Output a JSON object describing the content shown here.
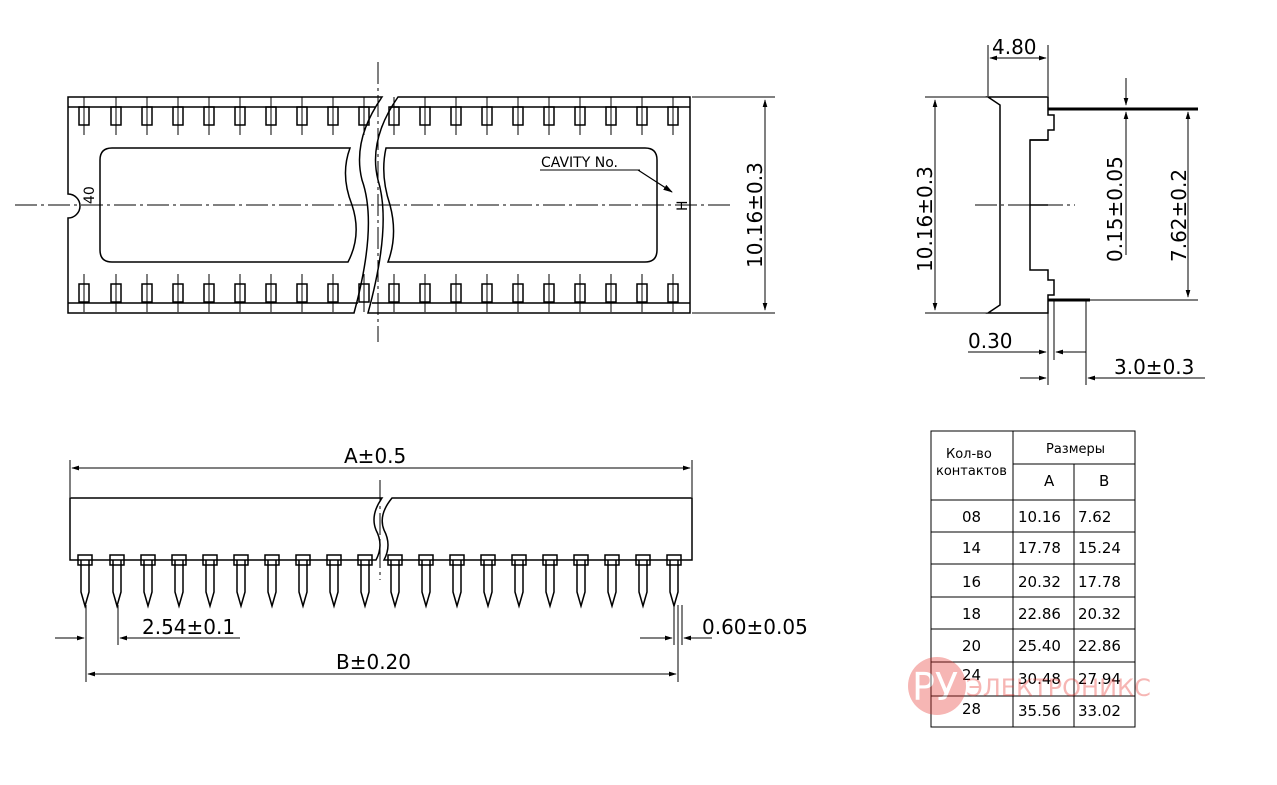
{
  "top_view": {
    "pin_count_label": "40",
    "cavity_label": "CAVITY  No.",
    "cavity_marker": "H",
    "height_dim": "10.16±0.3"
  },
  "side_view": {
    "width_dim": "4.80",
    "height_dim": "10.16±0.3",
    "thickness_dim": "0.15±0.05",
    "row_spacing_dim": "7.62±0.2",
    "pin_width_dim": "0.30",
    "pin_length_dim": "3.0±0.3"
  },
  "front_view": {
    "length_a_dim": "A±0.5",
    "pitch_dim": "2.54±0.1",
    "pin_dia_dim": "0.60±0.05",
    "length_b_dim": "B±0.20"
  },
  "table": {
    "header_count": "Кол-во",
    "header_count2": "контактов",
    "header_sizes": "Размеры",
    "col_a": "A",
    "col_b": "B",
    "rows": [
      {
        "count": "08",
        "a": "10.16",
        "b": "7.62"
      },
      {
        "count": "14",
        "a": "17.78",
        "b": "15.24"
      },
      {
        "count": "16",
        "a": "20.32",
        "b": "17.78"
      },
      {
        "count": "18",
        "a": "22.86",
        "b": "20.32"
      },
      {
        "count": "20",
        "a": "25.40",
        "b": "22.86"
      },
      {
        "count": "24",
        "a": "30.48",
        "b": "27.94"
      },
      {
        "count": "28",
        "a": "35.56",
        "b": "33.02"
      }
    ]
  },
  "watermark": {
    "logo": "РУ",
    "text": "ЭЛЕКТРОНИКС",
    "color": "#e8302a"
  }
}
